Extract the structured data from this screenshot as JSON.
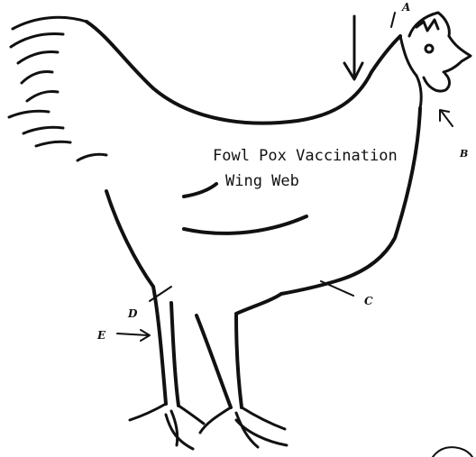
{
  "captions": {
    "fowl_pox": "Fowl Pox Vaccination",
    "wing_web": "Wing Web"
  },
  "labels": {
    "a": "A",
    "b": "B",
    "c": "C",
    "d": "D",
    "e": "E"
  }
}
